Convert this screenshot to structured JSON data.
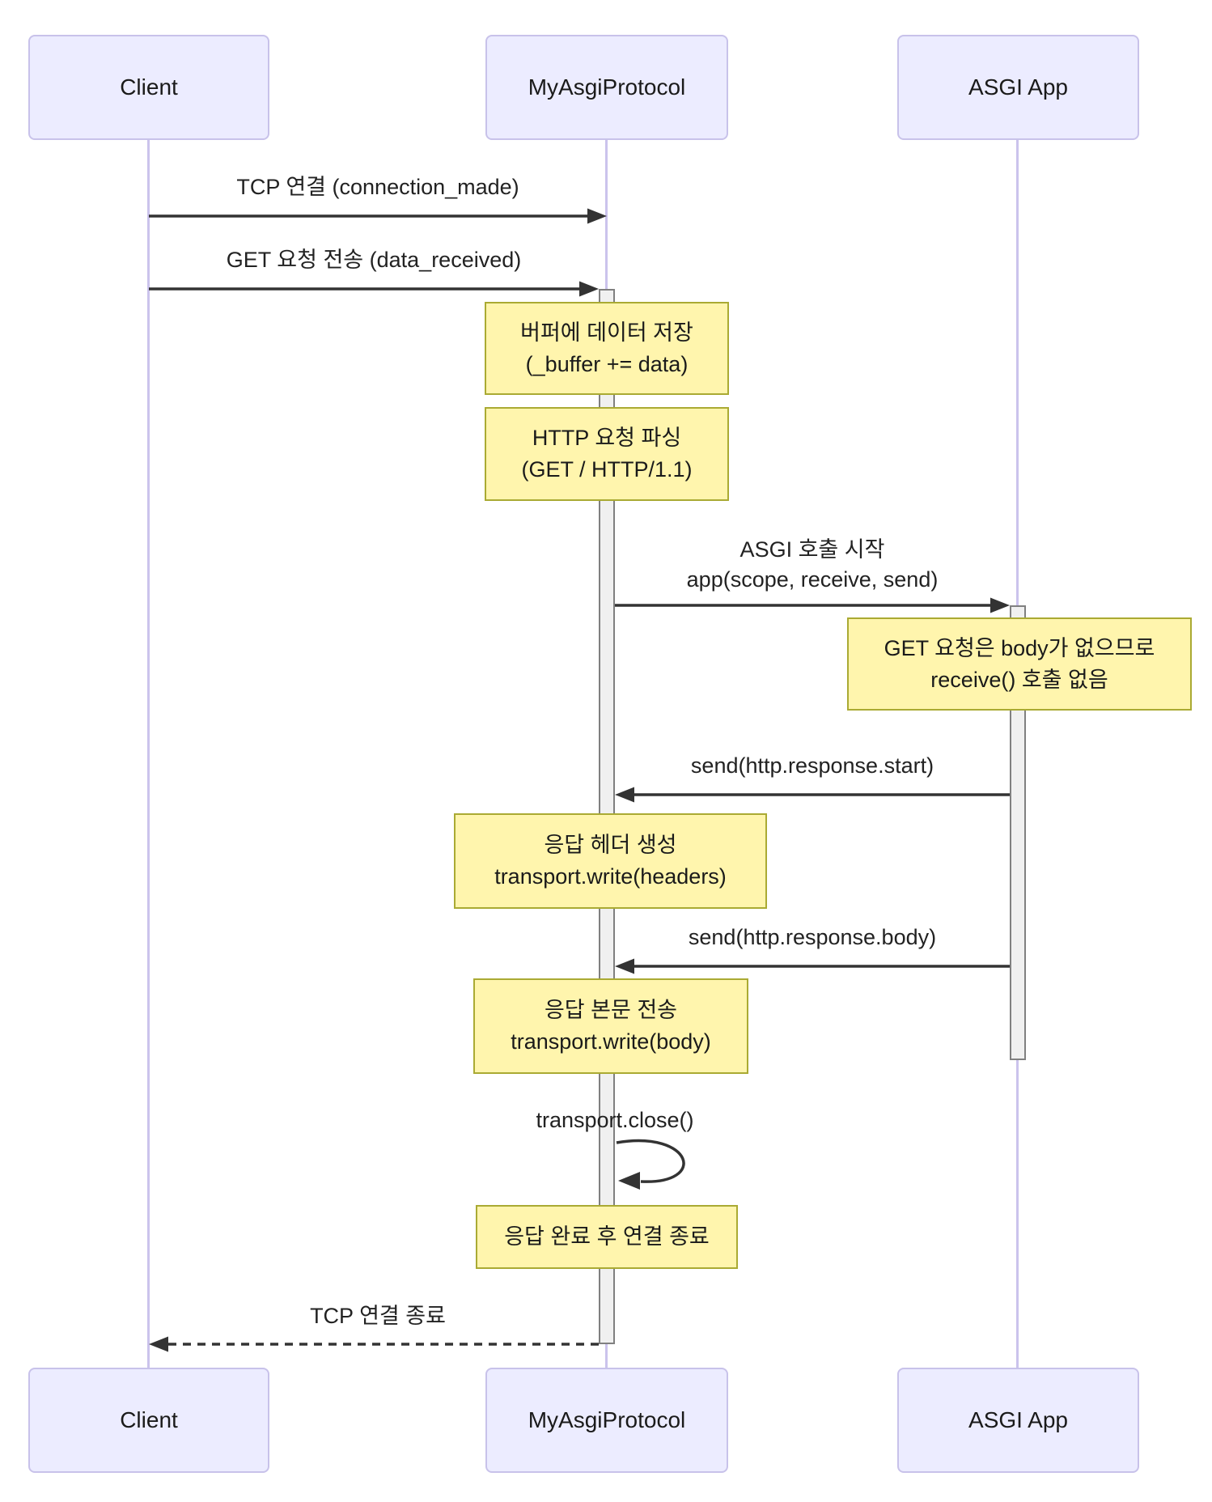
{
  "diagram_type": "sequence-diagram",
  "actors": [
    {
      "name": "Client"
    },
    {
      "name": "MyAsgiProtocol"
    },
    {
      "name": "ASGI App"
    }
  ],
  "messages": [
    {
      "from": "Client",
      "to": "MyAsgiProtocol",
      "type": "solid",
      "label": "TCP 연결 (connection_made)"
    },
    {
      "from": "Client",
      "to": "MyAsgiProtocol",
      "type": "solid",
      "label": "GET 요청 전송 (data_received)"
    },
    {
      "from": "MyAsgiProtocol",
      "to": "ASGI App",
      "type": "solid",
      "label": "ASGI 호출 시작",
      "label2": "app(scope, receive, send)"
    },
    {
      "from": "ASGI App",
      "to": "MyAsgiProtocol",
      "type": "solid",
      "label": "send(http.response.start)"
    },
    {
      "from": "ASGI App",
      "to": "MyAsgiProtocol",
      "type": "solid",
      "label": "send(http.response.body)"
    },
    {
      "from": "MyAsgiProtocol",
      "to": "MyAsgiProtocol",
      "type": "self",
      "label": "transport.close()"
    },
    {
      "from": "MyAsgiProtocol",
      "to": "Client",
      "type": "dashed",
      "label": "TCP 연결 종료"
    }
  ],
  "notes": [
    {
      "over": "MyAsgiProtocol",
      "line1": "버퍼에 데이터 저장",
      "line2": "(_buffer += data)"
    },
    {
      "over": "MyAsgiProtocol",
      "line1": "HTTP 요청 파싱",
      "line2": "(GET / HTTP/1.1)"
    },
    {
      "over": "ASGI App",
      "line1": "GET 요청은 body가 없으므로",
      "line2": "receive() 호출 없음"
    },
    {
      "over": "MyAsgiProtocol",
      "line1": "응답 헤더 생성",
      "line2": "transport.write(headers)"
    },
    {
      "over": "MyAsgiProtocol",
      "line1": "응답 본문 전송",
      "line2": "transport.write(body)"
    },
    {
      "over": "MyAsgiProtocol",
      "line1": "응답 완료 후 연결 종료"
    }
  ],
  "colors": {
    "actor_fill": "#ECECFF",
    "actor_border": "#c8c2ea",
    "lifeline": "#cbc3ec",
    "note_fill": "#FFF5AD",
    "note_border": "#AAAA33",
    "activation_fill": "#f0f0f0",
    "activation_border": "#808080",
    "arrow": "#333333"
  }
}
